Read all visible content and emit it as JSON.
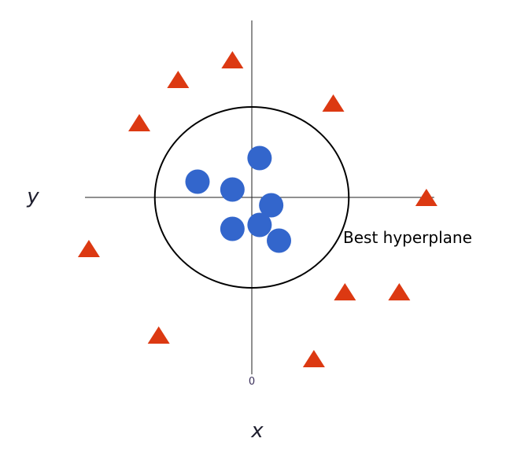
{
  "labels": {
    "y_axis": "y",
    "x_axis": "x",
    "origin": "0",
    "boundary": "Best hyperplane"
  },
  "colors": {
    "circle_class": "#3366cc",
    "triangle_class": "#dc3912",
    "boundary": "#000000"
  },
  "icons": {
    "circle_class": "circle-marker",
    "triangle_class": "triangle-marker"
  },
  "chart_data": {
    "type": "scatter",
    "series": [
      {
        "values": [
          [
            0.2,
            1.0
          ],
          [
            -1.4,
            0.4
          ],
          [
            -0.5,
            0.2
          ],
          [
            0.5,
            -0.2
          ],
          [
            0.2,
            -0.7
          ],
          [
            -0.5,
            -0.8
          ],
          [
            0.7,
            -1.1
          ]
        ]
      },
      {
        "values": [
          [
            -0.5,
            3.5
          ],
          [
            -1.9,
            3.0
          ],
          [
            -2.9,
            1.9
          ],
          [
            2.1,
            2.4
          ],
          [
            4.5,
            0.0
          ],
          [
            -4.2,
            -1.3
          ],
          [
            2.4,
            -2.4
          ],
          [
            3.8,
            -2.4
          ],
          [
            -2.4,
            -3.5
          ],
          [
            1.6,
            -4.1
          ]
        ]
      }
    ],
    "boundary": {
      "shape": "ellipse",
      "center": [
        0,
        0
      ],
      "rx": 2.5,
      "ry": 2.3
    },
    "xlim": [
      -4.3,
      4.7
    ],
    "ylim": [
      -4.5,
      4.5
    ],
    "grid": false
  }
}
